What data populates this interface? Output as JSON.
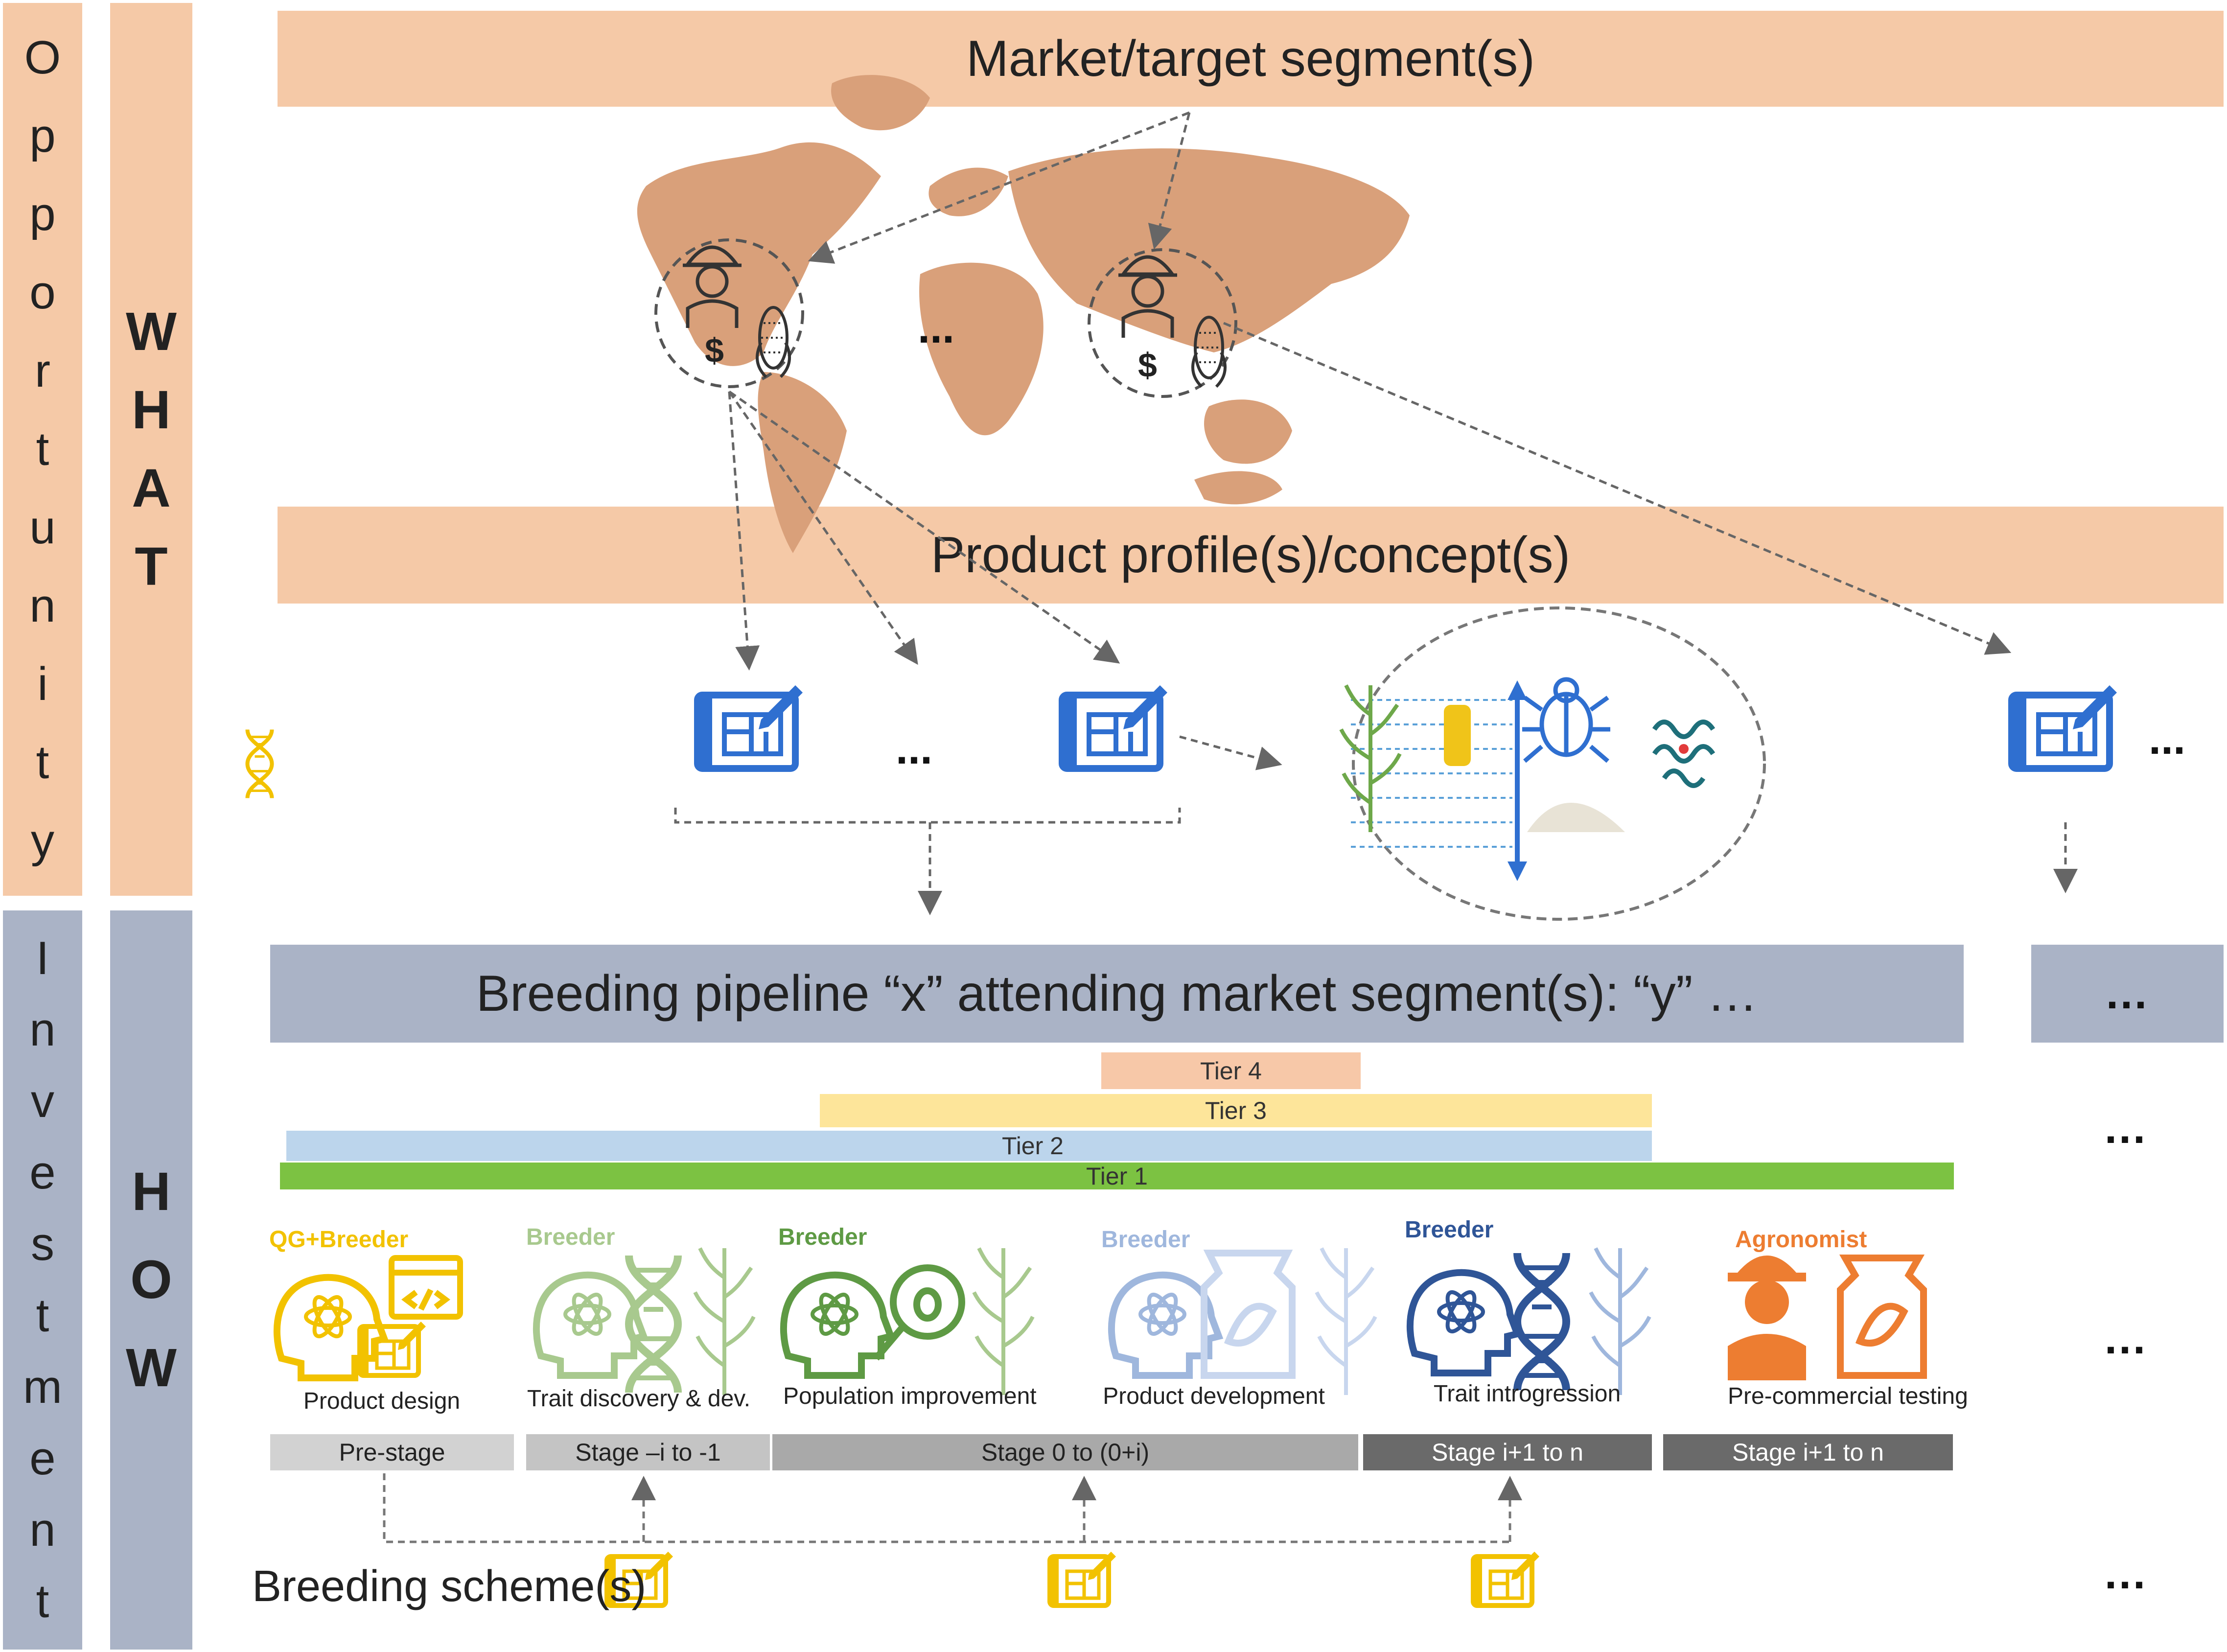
{
  "side": {
    "opportunity": [
      "O",
      "p",
      "p",
      "o",
      "r",
      "t",
      "u",
      "n",
      "i",
      "t",
      "y"
    ],
    "what": [
      "W",
      "H",
      "A",
      "T"
    ],
    "investment": [
      "I",
      "n",
      "v",
      "e",
      "s",
      "t",
      "m",
      "e",
      "n",
      "t"
    ],
    "how": [
      "H",
      "O",
      "W"
    ]
  },
  "bands": {
    "market": "Market/target segment(s)",
    "profile": "Product profile(s)/concept(s)",
    "pipeline": "Breeding pipeline “x” attending market segment(s): “y” …"
  },
  "ellipsis": "...",
  "map": {
    "currency": "$"
  },
  "tiers": [
    "Tier 4",
    "Tier 3",
    "Tier 2",
    "Tier 1"
  ],
  "stages": [
    {
      "role": "QG+Breeder",
      "name": "Product design",
      "bar": "Pre-stage",
      "role_color": "#f2c200",
      "bar_bg": "#d2d2d2",
      "bar_color": "#222222"
    },
    {
      "role": "Breeder",
      "name": "Trait discovery & dev.",
      "bar": "Stage –i to -1",
      "role_color": "#a8c98e",
      "bar_bg": "#c4c4c4",
      "bar_color": "#222222"
    },
    {
      "role": "Breeder",
      "name": "Population improvement",
      "bar": "Stage 0 to (0+i)",
      "role_color": "#5e9a44",
      "bar_bg": "#a9a9a9",
      "bar_color": "#222222"
    },
    {
      "role": "Breeder",
      "name": "Product development",
      "bar": "",
      "role_color": "#9fb7dd",
      "bar_bg": "#a9a9a9",
      "bar_color": "#222222"
    },
    {
      "role": "Breeder",
      "name": "Trait introgression",
      "bar": "Stage i+1 to n",
      "role_color": "#2f5597",
      "bar_bg": "#6a6a6a",
      "bar_color": "#ffffff"
    },
    {
      "role": "Agronomist",
      "name": "Pre-commercial testing",
      "bar": "Stage i+1 to n",
      "role_color": "#ed7d31",
      "bar_bg": "#6a6a6a",
      "bar_color": "#ffffff"
    }
  ],
  "breeding_scheme": "Breeding scheme(s)",
  "colors": {
    "peach": "#f5c9a7",
    "slate": "#aab3c6",
    "map": "#d9a07a",
    "blueprint": "#2f6fd0",
    "scheme_icon": "#f2c200",
    "tier4": "#f7c8a8",
    "tier3": "#fde59a",
    "tier2": "#bcd5ec",
    "tier1": "#7cc242"
  },
  "icons": [
    "farmer-icon",
    "corn-icon",
    "blueprint-icon",
    "maize-plant-icon",
    "grain-icon",
    "insect-icon",
    "protein-structure-icon",
    "brain-atom-icon",
    "dna-icon",
    "code-window-icon",
    "magnifier-bug-icon",
    "seed-bag-icon"
  ]
}
